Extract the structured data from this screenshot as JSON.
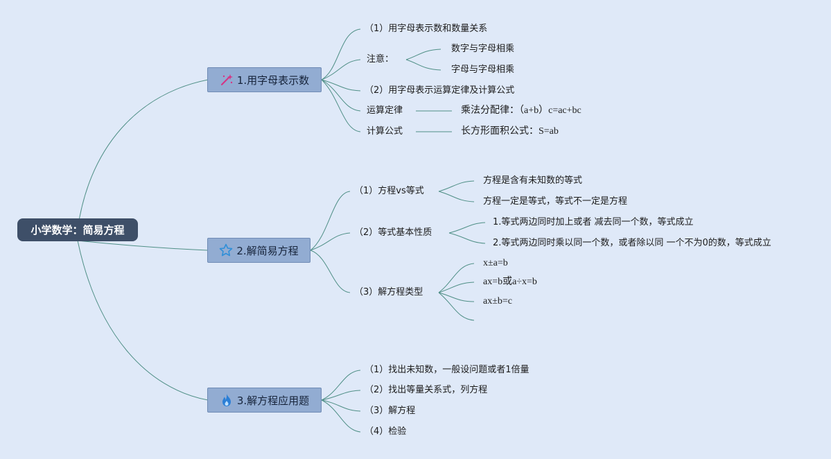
{
  "root": {
    "label": "小学数学：简易方程"
  },
  "branches": [
    {
      "label": "1.用字母表示数",
      "icon": "magic-wand-icon",
      "items": {
        "i1": "（1）用字母表示数和数量关系",
        "note": "注意：",
        "note_a": "数字与字母相乘",
        "note_b": "字母与字母相乘",
        "i2": "（2）用字母表示运算定律及计算公式",
        "law": "运算定律",
        "law_v": "乘法分配律：（a+b）c=ac+bc",
        "formula": "计算公式",
        "formula_v": "长方形面积公式：S=ab"
      }
    },
    {
      "label": "2.解简易方程",
      "icon": "star-icon",
      "items": {
        "i1": "（1）方程vs等式",
        "i1a": "方程是含有未知数的等式",
        "i1b": "方程一定是等式，等式不一定是方程",
        "i2": "（2）等式基本性质",
        "i2a": "1.等式两边同时加上或者 减去同一个数，等式成立",
        "i2b": "2.等式两边同时乘以同一个数，或者除以同 一个不为0的数，等式成立",
        "i3": "（3）解方程类型",
        "i3a": "x±a=b",
        "i3b": "ax=b或a÷x=b",
        "i3c": "ax±b=c"
      }
    },
    {
      "label": "3.解方程应用题",
      "icon": "flame-icon",
      "items": {
        "i1": "（1）找出未知数，一般设问题或者1倍量",
        "i2": "（2）找出等量关系式，列方程",
        "i3": "（3）解方程",
        "i4": "（4）检验"
      }
    }
  ],
  "colors": {
    "background": "#dfe9f8",
    "root_fill": "#3e4f68",
    "branch_fill": "#92acd2",
    "connector": "#4f8f86",
    "icon_magic": "#d63384",
    "icon_star": "#2f8fd8",
    "icon_flame": "#2b7fd6"
  }
}
